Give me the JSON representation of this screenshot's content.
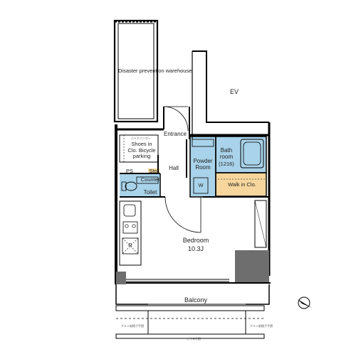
{
  "floorplan": {
    "rooms": {
      "warehouse": "Disaster prevention warehouse",
      "ev": "EV",
      "entrance": "Entrance",
      "shoes": "Shoes in Clo. Bicycle parking",
      "shoes_small": "ハイドバンガー",
      "hall": "Hall",
      "powder": "Powder Room",
      "bath": "Bath room",
      "bath_size": "(1216)",
      "walkin": "Walk in Clo.",
      "ps": "PS",
      "sto": "Sto.",
      "counter": "Counter",
      "toilet": "Toilet",
      "w_mark": "W",
      "r_mark": "R",
      "bedroom": "Bedroom",
      "bedroom_size": "10.3J",
      "balcony": "Balcony"
    },
    "notes": {
      "handrail_left": "アルミ縦格子手摺",
      "handrail_right": "アルミ縦格子手摺",
      "glass": "ガラス手摺"
    },
    "colors": {
      "wet_area": "#a9d3ea",
      "closet": "#f6d69c",
      "wall": "#000000",
      "column": "#6e6e6e"
    }
  }
}
